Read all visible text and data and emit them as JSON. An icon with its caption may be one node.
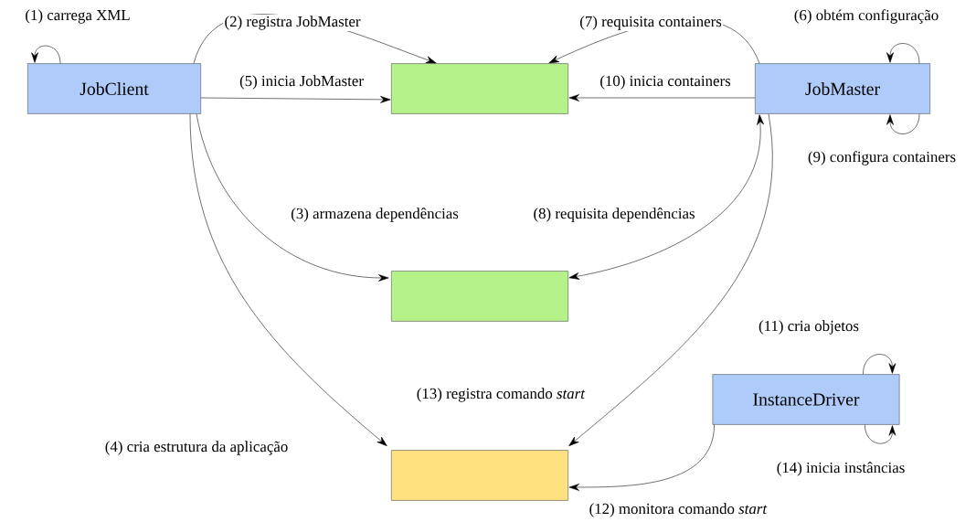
{
  "diagram": {
    "nodes": [
      {
        "text": [
          "JobClient"
        ]
      },
      {
        "text": [],
        "shape": "box"
      },
      {
        "text": [
          "JobMaster"
        ]
      },
      {
        "text": [],
        "shape": "box"
      },
      {
        "text": [
          "InstanceDriver"
        ]
      },
      {
        "text": [],
        "shape": "box"
      }
    ],
    "edges": [
      {
        "from": 0,
        "to": 0,
        "arrow": "to",
        "label": "(1) carrega XML"
      },
      {
        "from": 0,
        "to": 1,
        "arrow": "to",
        "label": "(2) registra JobMaster"
      },
      {
        "from": 0,
        "to": 3,
        "arrow": "to",
        "label": "(3) armazena dependências"
      },
      {
        "from": 0,
        "to": 5,
        "arrow": "to",
        "label": "(4) cria estrutura da aplicação"
      },
      {
        "from": 0,
        "to": 1,
        "arrow": "to",
        "label": "(5) inicia JobMaster"
      },
      {
        "from": 2,
        "to": 2,
        "arrow": "to",
        "label": "(6) obtém configuração"
      },
      {
        "from": 2,
        "to": 1,
        "arrow": "to",
        "label": "(7) requisita containers"
      },
      {
        "from": 2,
        "to": 3,
        "arrow": "both",
        "label": "(8) requisita dependências"
      },
      {
        "from": 2,
        "to": 2,
        "arrow": "to",
        "label": "(9) configura containers"
      },
      {
        "from": 2,
        "to": 1,
        "arrow": "to",
        "label": "(10) inicia containers"
      },
      {
        "from": 4,
        "to": 4,
        "arrow": "to",
        "label": "(11) cria objetos"
      },
      {
        "from": 4,
        "to": 5,
        "arrow": "to",
        "label": "(12) monitora comando *start*"
      },
      {
        "from": 2,
        "to": 5,
        "arrow": "to",
        "label": "(13) registra comando *start*"
      },
      {
        "from": 4,
        "to": 4,
        "arrow": "to",
        "label": "(14) inicia instâncias"
      }
    ]
  }
}
